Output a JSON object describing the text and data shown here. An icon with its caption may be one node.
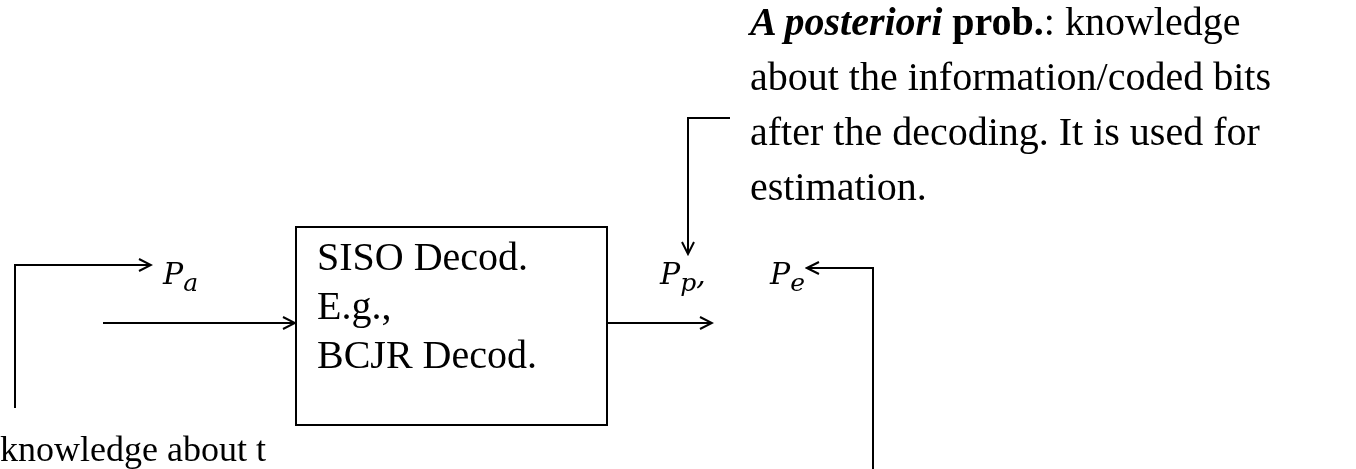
{
  "diagram": {
    "nodes": [
      {
        "text": [
          "*A posteriori* **prob.**: knowledge about the information/coded bits after the decoding. It is used for estimation."
        ]
      },
      {
        "text": [
          "P$_{a}$"
        ]
      },
      {
        "text": [
          "SISO Decod.",
          "E.g.,",
          "BCJR Decod."
        ]
      },
      {
        "text": [
          "P$_{p}$,"
        ]
      },
      {
        "text": [
          "P$_{e}$"
        ]
      }
    ],
    "edges": [
      {
        "from": 0,
        "to": 3,
        "arrow": "to"
      },
      {
        "from": null,
        "to": 1,
        "arrow": "to"
      },
      {
        "from": null,
        "to": 2,
        "arrow": "to"
      },
      {
        "from": 2,
        "to": 3,
        "arrow": "to"
      },
      {
        "from": null,
        "to": 4,
        "arrow": "to"
      }
    ],
    "labels": [
      "knowledge about t"
    ]
  }
}
